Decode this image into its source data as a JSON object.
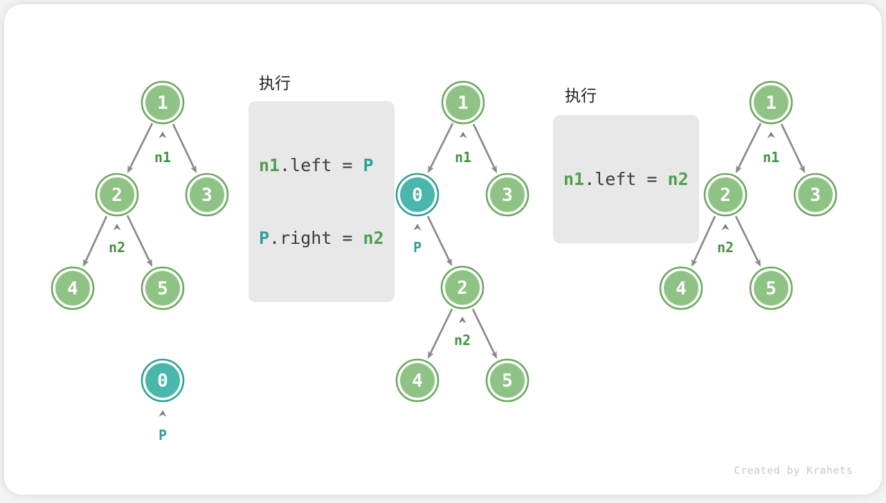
{
  "watermark": "Created by Krahets",
  "colors": {
    "node_green_fill": "#8fc385",
    "node_green_border": "#68a85c",
    "node_teal_fill": "#49b7ab",
    "node_teal_border": "#2d9f94",
    "edge_gray": "#898989",
    "pointer_green": "#45923f",
    "pointer_teal": "#2f9e97",
    "code_background": "#e8e8e8",
    "code_plain": "#3a3a3a",
    "big_arrow_gray": "#c4c4c4"
  },
  "steps": [
    {
      "title": "执行",
      "lines": [
        {
          "tokens": [
            {
              "text": "n1",
              "color": "green"
            },
            {
              "text": ".left = ",
              "color": "plain"
            },
            {
              "text": "P",
              "color": "teal"
            }
          ]
        },
        {
          "tokens": [
            {
              "text": "P",
              "color": "teal"
            },
            {
              "text": ".right = ",
              "color": "plain"
            },
            {
              "text": "n2",
              "color": "green"
            }
          ]
        }
      ]
    },
    {
      "title": "执行",
      "lines": [
        {
          "tokens": [
            {
              "text": "n1",
              "color": "green"
            },
            {
              "text": ".left = ",
              "color": "plain"
            },
            {
              "text": "n2",
              "color": "green"
            }
          ]
        }
      ]
    }
  ],
  "trees": [
    {
      "name": "before-insertion",
      "nodes": {
        "v1": "1",
        "v2": "2",
        "v3": "3",
        "v4": "4",
        "v5": "5",
        "v0": "0"
      },
      "pointers": {
        "n1": "n1",
        "n2": "n2",
        "P": "P"
      },
      "edges": [
        "1->2",
        "1->3",
        "2->4",
        "2->5"
      ],
      "note_detached_node": "0"
    },
    {
      "name": "during-insertion",
      "nodes": {
        "v1": "1",
        "v0": "0",
        "v3": "3",
        "v2": "2",
        "v4": "4",
        "v5": "5"
      },
      "pointers": {
        "n1": "n1",
        "P": "P",
        "n2": "n2"
      },
      "edges": [
        "1->0",
        "1->3",
        "0->2",
        "2->4",
        "2->5"
      ]
    },
    {
      "name": "after-restore",
      "nodes": {
        "v1": "1",
        "v2": "2",
        "v3": "3",
        "v4": "4",
        "v5": "5"
      },
      "pointers": {
        "n1": "n1",
        "n2": "n2"
      },
      "edges": [
        "1->2",
        "1->3",
        "2->4",
        "2->5"
      ]
    }
  ]
}
